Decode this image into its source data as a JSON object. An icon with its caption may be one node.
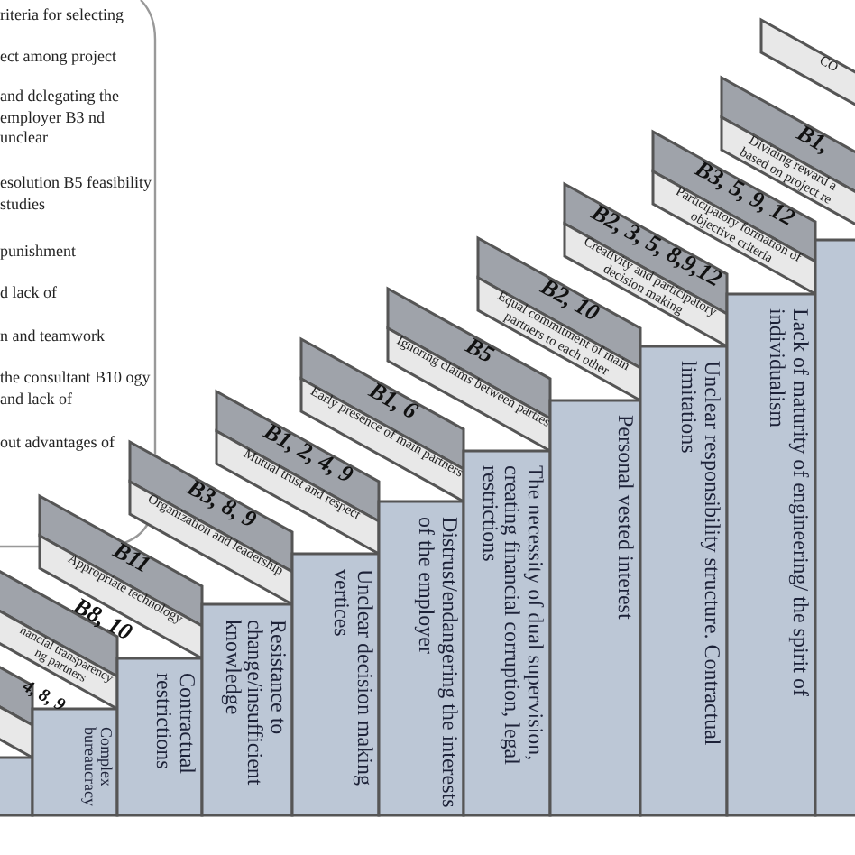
{
  "diagram": {
    "nodes": [
      {
        "text": [
          "riteria for selecting",
          "ect among project",
          "and delegating the employer B3 nd unclear",
          "esolution B5 feasibility studies",
          "punishment",
          "d lack of",
          "n and teamwork",
          "the consultant B10 ogy and lack of",
          "out advantages of"
        ]
      },
      {
        "text": [],
        "shape": "box"
      },
      {
        "text": [
          "4, 8, 9"
        ]
      },
      {
        "text": [],
        "shape": "box"
      },
      {
        "text": [
          "Complex bureaucracy"
        ]
      },
      {
        "text": [
          "B8, 10"
        ]
      },
      {
        "text": [
          "nancial transparency ng partners"
        ]
      },
      {
        "text": [
          "Contractual restrictions"
        ]
      },
      {
        "text": [
          "B11"
        ]
      },
      {
        "text": [
          "Appropriate technology"
        ]
      },
      {
        "text": [
          "Resistance to change/insufficient knowledge"
        ]
      },
      {
        "text": [
          "B3, 8, 9"
        ]
      },
      {
        "text": [
          "Organization and leadership"
        ]
      },
      {
        "text": [
          "Unclear decision making vertices"
        ]
      },
      {
        "text": [
          "B1, 2, 4, 9"
        ]
      },
      {
        "text": [
          "Mutual trust and respect"
        ]
      },
      {
        "text": [
          "Distrust/endangering the interests of the employer"
        ]
      },
      {
        "text": [
          "B1, 6"
        ]
      },
      {
        "text": [
          "Early presence of main partners"
        ]
      },
      {
        "text": [
          "The necessity of dual supervision, creating financial corruption, legal restrictions"
        ]
      },
      {
        "text": [
          "B5"
        ]
      },
      {
        "text": [
          "Ignoring claims between parties"
        ]
      },
      {
        "text": [
          "Personal vested interest"
        ]
      },
      {
        "text": [
          "B2, 10"
        ]
      },
      {
        "text": [
          "Equal commitment of main partners to each other"
        ]
      },
      {
        "text": [
          "Unclear responsibility structure. Contractual limitations"
        ]
      },
      {
        "text": [
          "B2, 3, 5, 8,9,12"
        ]
      },
      {
        "text": [
          "Creativity and participatory decision making"
        ]
      },
      {
        "text": [
          "Lack of maturity of engineering/ the spirit of individualism"
        ]
      },
      {
        "text": [
          "B3, 5, 9, 12"
        ]
      },
      {
        "text": [
          "Participatory formation of objective criteria"
        ]
      },
      {
        "text": [],
        "shape": "box"
      },
      {
        "text": [
          "B1,"
        ]
      },
      {
        "text": [
          "Dividing reward a based on project re"
        ]
      },
      {
        "text": [
          "CO"
        ]
      }
    ]
  }
}
